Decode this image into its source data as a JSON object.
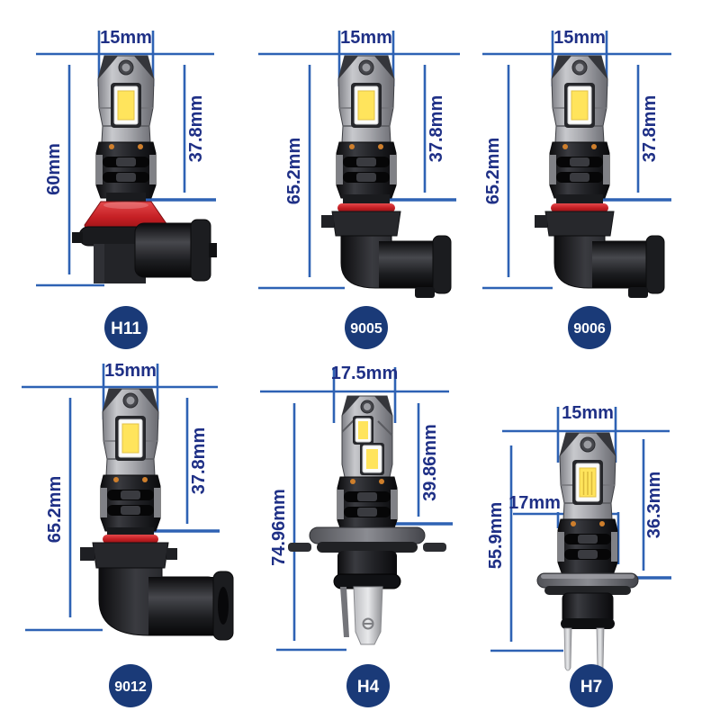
{
  "style": {
    "background": "#ffffff",
    "dimension_line_color": "#2e62b4",
    "dimension_text_color": "#1f3086",
    "badge_color": "#1a3a78",
    "badge_text_color": "#ffffff",
    "led_chip_color": "#ffe45c",
    "oring_color": "#c51f24"
  },
  "bulbs": [
    {
      "name": "H11",
      "width_label": "15mm",
      "height_label": "60mm",
      "led_height_label": "37.8mm"
    },
    {
      "name": "9005",
      "width_label": "15mm",
      "height_label": "65.2mm",
      "led_height_label": "37.8mm"
    },
    {
      "name": "9006",
      "width_label": "15mm",
      "height_label": "65.2mm",
      "led_height_label": "37.8mm"
    },
    {
      "name": "9012",
      "width_label": "15mm",
      "height_label": "65.2mm",
      "led_height_label": "37.8mm"
    },
    {
      "name": "H4",
      "width_label": "17.5mm",
      "height_label": "74.96mm",
      "led_height_label": "39.86mm"
    },
    {
      "name": "H7",
      "width_label": "15mm",
      "height_label": "55.9mm",
      "led_height_label": "36.3mm",
      "base_width_label": "17mm"
    }
  ]
}
